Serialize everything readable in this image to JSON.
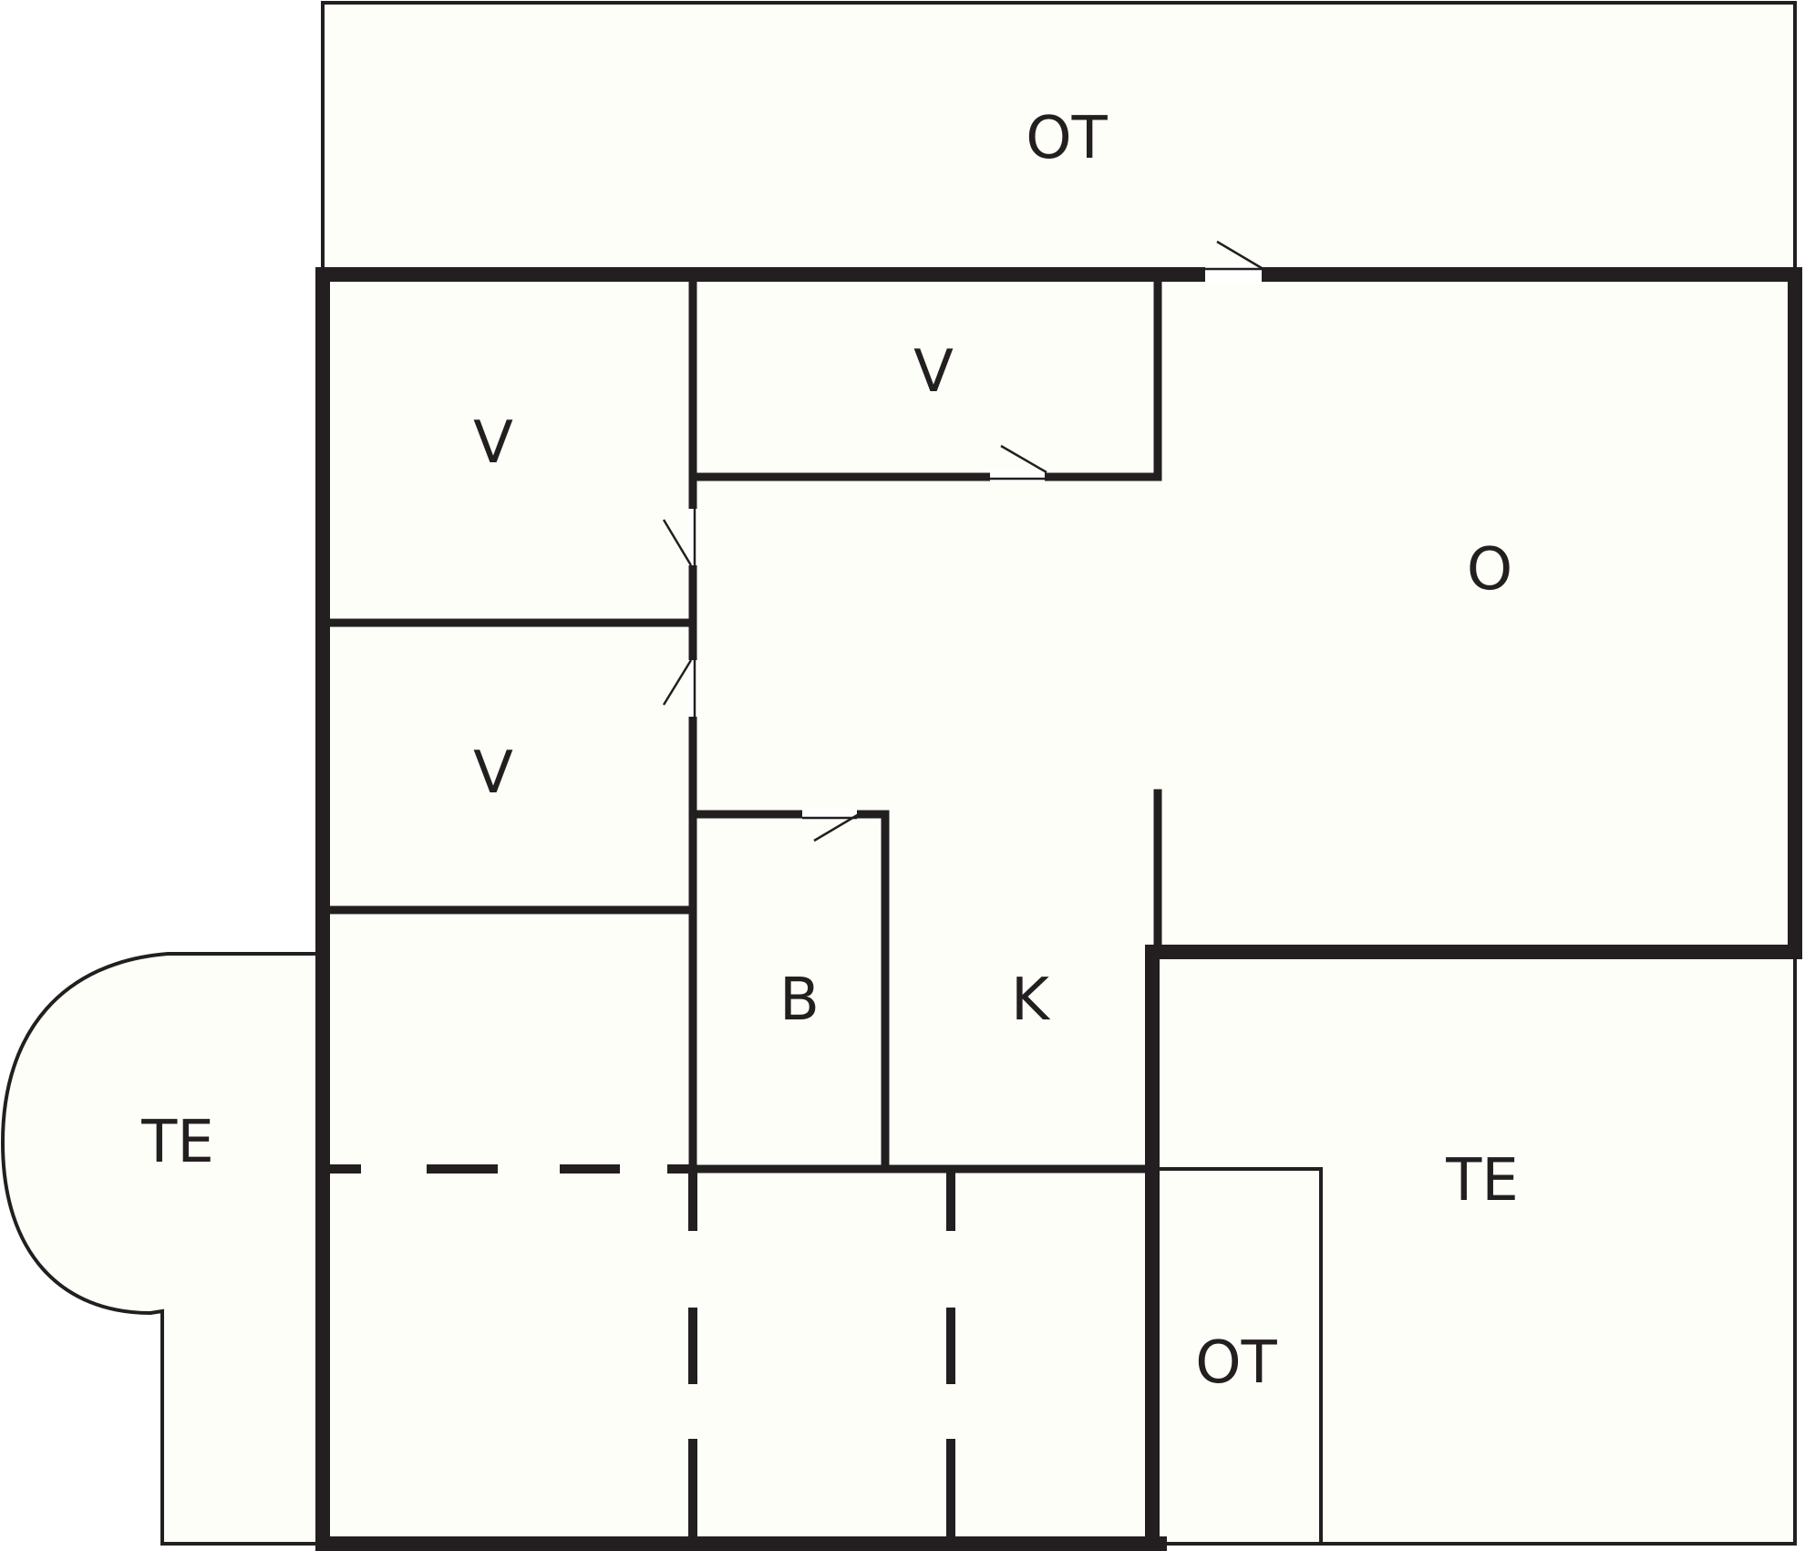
{
  "floorplan": {
    "rooms": {
      "ot_top": "OT",
      "v_upper_left": "V",
      "v_upper_center": "V",
      "o_living": "O",
      "v_lower_left": "V",
      "b_bath": "B",
      "k_kitchen": "K",
      "te_left": "TE",
      "te_right": "TE",
      "ot_bottom": "OT"
    },
    "colors": {
      "wall": "#231f20",
      "floor": "#fdfef8",
      "background": "#ffffff"
    }
  }
}
